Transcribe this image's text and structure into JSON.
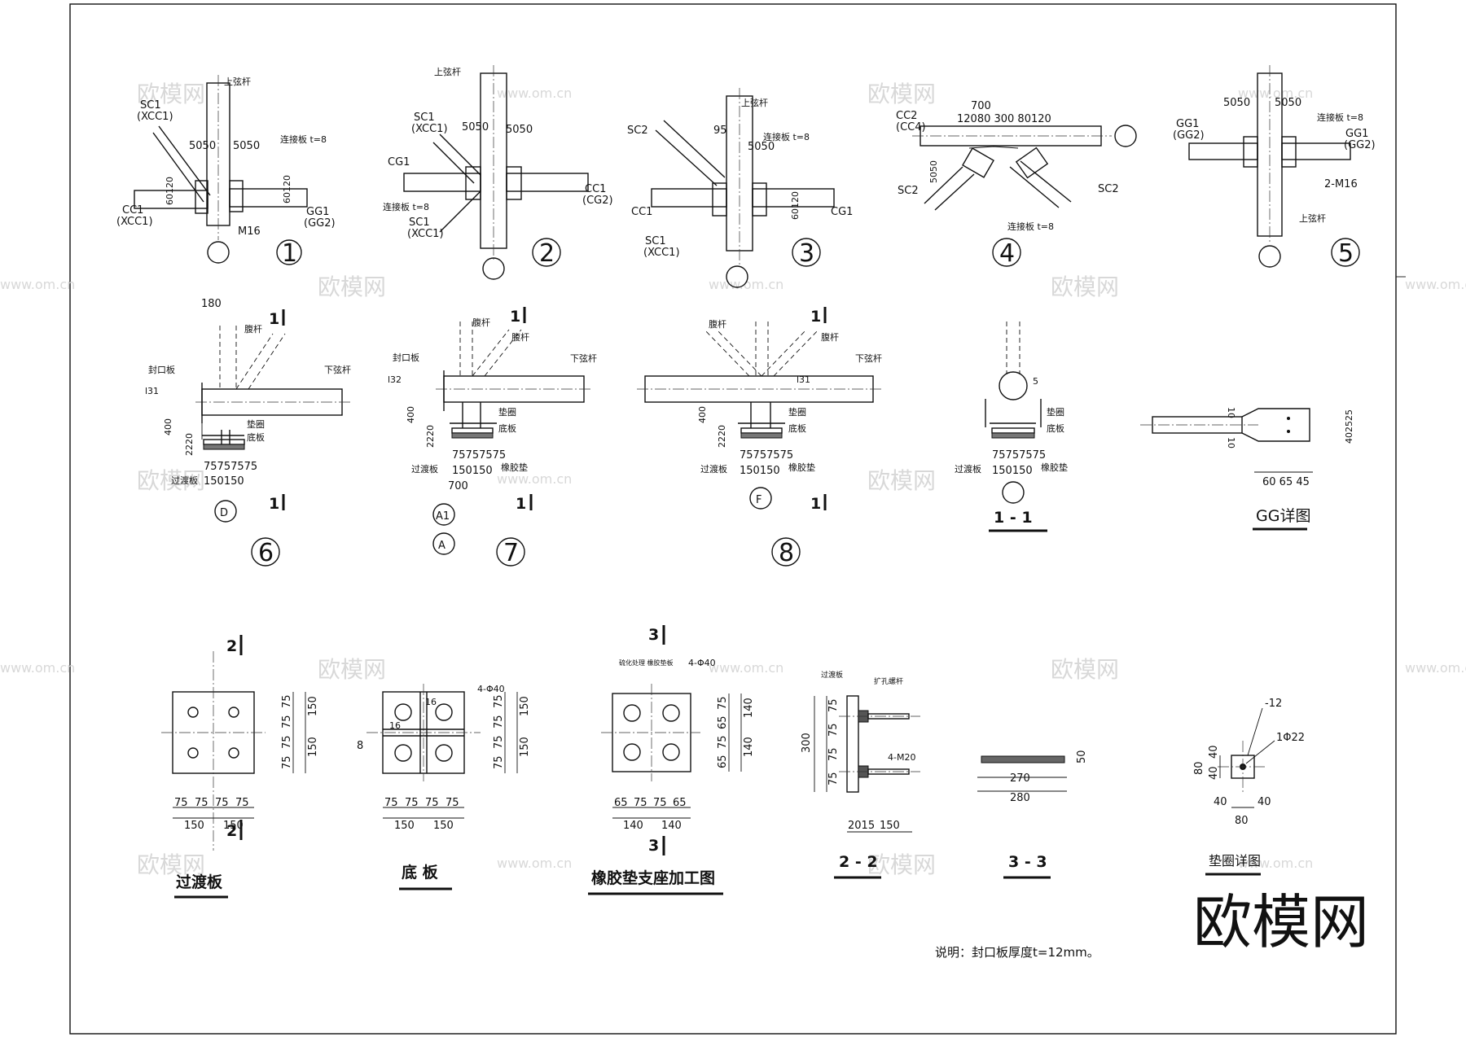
{
  "watermarks": {
    "cn": "欧模网",
    "url": "www.om.cn",
    "big": "欧模网"
  },
  "d1": {
    "top": "上弦杆",
    "sc": "SC1",
    "xsc": "(XCC1)",
    "dim1": "5050",
    "dim2": "5050",
    "plate": "连接板 t=8",
    "cc": "CC1",
    "xcc": "(XCC1)",
    "gg": "GG1",
    "xgg": "(GG2)",
    "bolt": "M16",
    "vdim1": "60120",
    "vdim2": "60120",
    "num": "1"
  },
  "d2": {
    "sc": "SC1",
    "xsc": "(XCC1)",
    "sc_b": "SC1",
    "xsc_b": "(XCC1)",
    "cg": "CG1",
    "plate": "连接板 t=8",
    "top": "上弦杆",
    "dim1": "5050",
    "dim2": "5050",
    "cc": "CC1",
    "xcc": "(CG2)",
    "num": "2"
  },
  "d3": {
    "sc": "SC2",
    "top": "上弦杆",
    "plate": "连接板 t=8",
    "cc": "CC1",
    "sc_b": "SC1",
    "xsc_b": "(XCC1)",
    "cg": "CG1",
    "dim1": "95",
    "dim2": "5050",
    "dim3": "60120",
    "num": "3"
  },
  "d4": {
    "cc": "CC2",
    "xcc": "(CC4)",
    "dim_top": "700",
    "dims": "12080  300  80120",
    "sc_l": "SC2",
    "sc_r": "SC2",
    "plate": "连接板 t=8",
    "vdim": "5050",
    "num": "4"
  },
  "d5": {
    "dim1": "5050",
    "dim2": "5050",
    "plate": "连接板 t=8",
    "gg_l": "GG1",
    "xgg_l": "(GG2)",
    "gg_r": "GG1",
    "xgg_r": "(GG2)",
    "bolt": "2-M16",
    "top": "上弦杆",
    "num": "5"
  },
  "d6": {
    "dim": "180",
    "web": "腹杆",
    "seal": "封口板",
    "low": "下弦杆",
    "pipe": "l31",
    "vdim": "400",
    "vdim2": "2220",
    "ring": "垫圈",
    "base": "底板",
    "dims": "75757575",
    "dims2": "150150",
    "trans": "过渡板",
    "axis": "D",
    "sec": "1",
    "num": "6"
  },
  "d7": {
    "web1": "腹杆",
    "web2": "腹杆",
    "seal": "封口板",
    "low": "下弦杆",
    "pipe": "l32",
    "vdim": "400",
    "vdim2": "2220",
    "ring": "垫圈",
    "base": "底板",
    "rubber": "橡胶垫",
    "trans": "过渡板",
    "dims": "75757575",
    "dims2": "150150",
    "dim700": "700",
    "axis1": "A1",
    "axis2": "A",
    "sec": "1",
    "num": "7"
  },
  "d8": {
    "web1": "腹杆",
    "web2": "腹杆",
    "low": "下弦杆",
    "pipe": "l31",
    "vdim": "400",
    "vdim2": "2220",
    "ring": "垫圈",
    "base": "底板",
    "rubber": "橡胶垫",
    "trans": "过渡板",
    "dims": "75757575",
    "dims2": "150150",
    "axis": "F",
    "sec": "1",
    "num": "8"
  },
  "sec11": {
    "ring": "垫圈",
    "base": "底板",
    "rubber": "橡胶垫",
    "trans": "过渡板",
    "dims": "75757575",
    "dims2": "150150",
    "dim5": "5",
    "title": "1 - 1"
  },
  "gg": {
    "dim_t": "10",
    "dim_b": "10",
    "dims": "60 65 45",
    "vdims": "402525",
    "title": "GG详图"
  },
  "p_trans": {
    "sec": "2",
    "dims_h": [
      "75",
      "75",
      "75",
      "75"
    ],
    "dims_h2": [
      "150",
      "150"
    ],
    "dims_v": [
      "75",
      "75",
      "75",
      "75"
    ],
    "dims_v2": [
      "150",
      "150"
    ],
    "title": "过渡板"
  },
  "p_base": {
    "holes": "4-Φ40",
    "d16a": "16",
    "d16b": "16",
    "weld": "8",
    "dims_h": [
      "75",
      "75",
      "75",
      "75"
    ],
    "dims_h2": [
      "150",
      "150"
    ],
    "dims_v": [
      "75",
      "75",
      "75",
      "75"
    ],
    "dims_v2": [
      "150",
      "150"
    ],
    "title": "底  板"
  },
  "p_rubber": {
    "sec": "3",
    "note": "硫化处理 橡胶垫板",
    "holes": "4-Φ40",
    "dims_h": [
      "65",
      "75",
      "75",
      "65"
    ],
    "dims_h2": [
      "140",
      "140"
    ],
    "dims_v": [
      "75",
      "65",
      "75",
      "65"
    ],
    "dims_v2": [
      "140",
      "140"
    ],
    "title": "橡胶垫支座加工图"
  },
  "s22": {
    "trans": "过渡板",
    "anchor": "扩孔螺杆",
    "dim300": "300",
    "vdims": [
      "75",
      "75",
      "75",
      "75"
    ],
    "bolt": "4-M20",
    "dimb1": "2015",
    "dimb2": "150",
    "title": "2 - 2"
  },
  "s33": {
    "dim1": "270",
    "dim2": "280",
    "dim3": "50",
    "title": "3 - 3"
  },
  "washer": {
    "t": "-12",
    "hole": "1Φ22",
    "vdims": [
      "40",
      "40"
    ],
    "vdim80": "80",
    "hdims": [
      "40",
      "40"
    ],
    "hdim80": "80",
    "title": "垫圈详图"
  },
  "note": "说明：封口板厚度t=12mm。"
}
